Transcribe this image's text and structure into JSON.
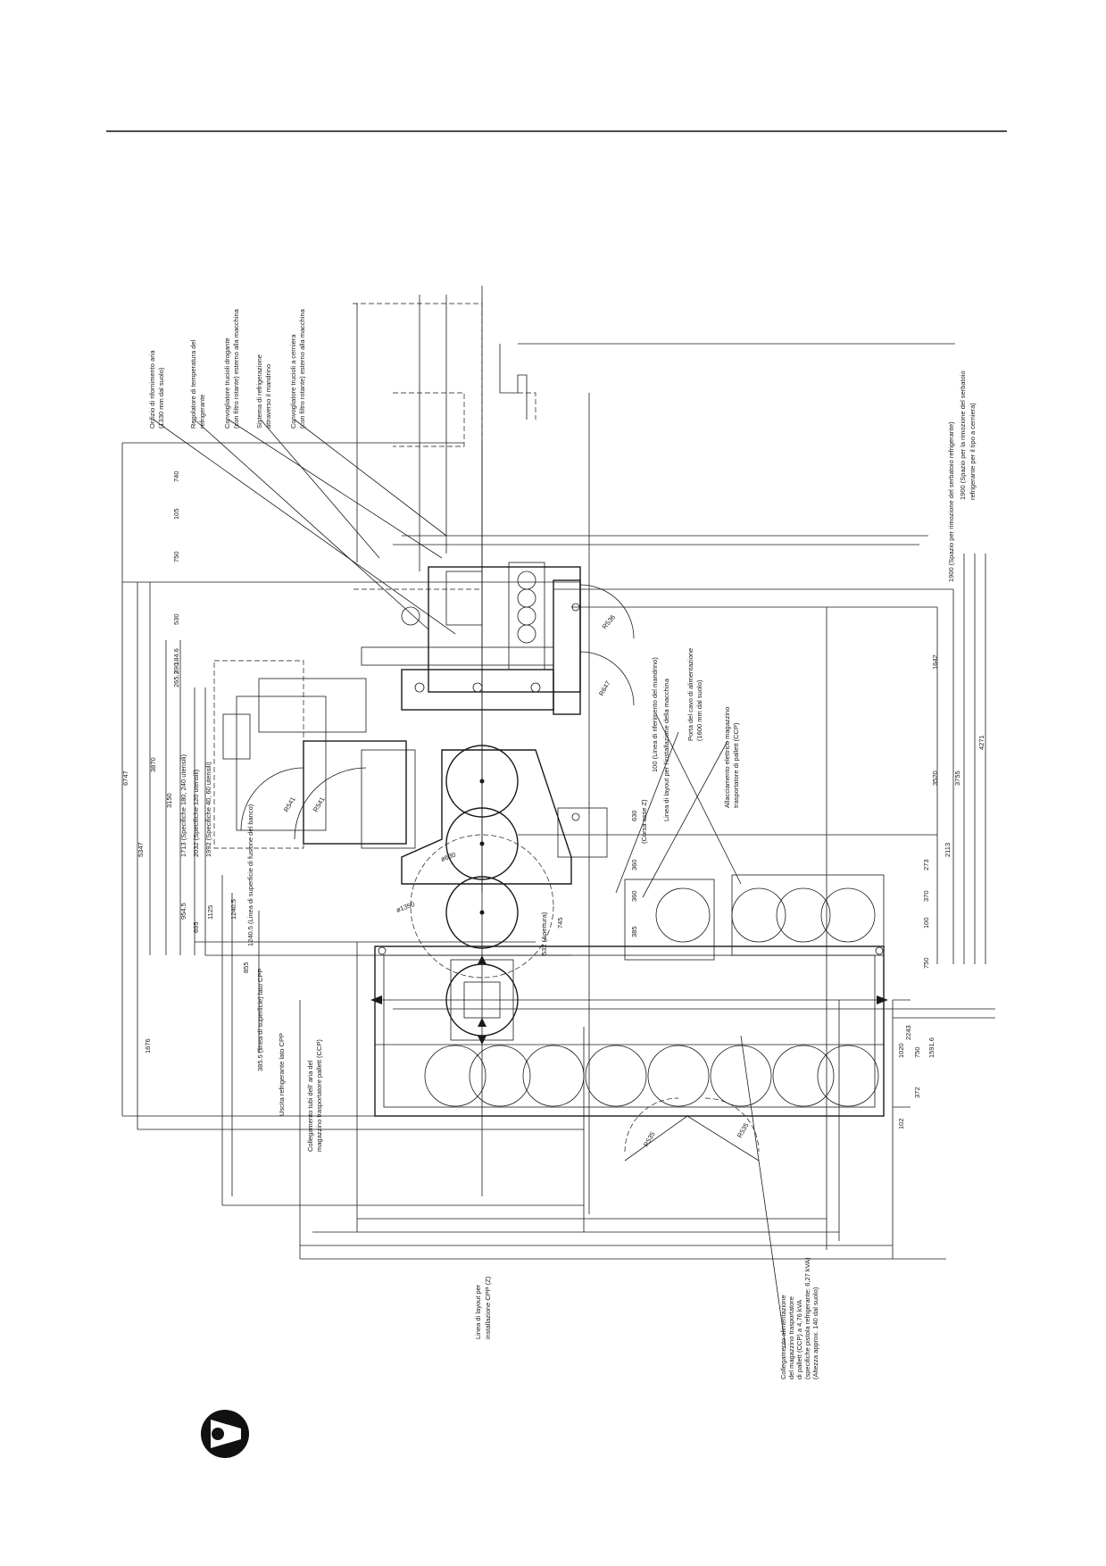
{
  "drawing": {
    "dims_horizontal_top": [
      "740",
      "105",
      "750",
      "530",
      "265.2",
      "184.6",
      "390"
    ],
    "dims_horizontal_bottom": [
      "954.5",
      "695",
      "1125",
      "1240.5",
      "855",
      "1676"
    ],
    "dims_long_left": [
      "6747",
      "5347",
      "3870",
      "3150"
    ],
    "spec_dims": [
      "1713 (Specifiche 180, 240 utensili)",
      "2032 (Specifiche 120 utensili)",
      "1992 (Specifiche 40, 60 utensili)"
    ],
    "radii": [
      "R536",
      "R647",
      "R541",
      "R541",
      "R535",
      "R535"
    ],
    "diameters": [
      "ø630",
      "ø1350"
    ],
    "dims_right_vertical": [
      "1642",
      "3520",
      "3755",
      "4271",
      "2113",
      "273",
      "370",
      "100",
      "750",
      "1020",
      "750",
      "2243",
      "1591.6",
      "372",
      "102"
    ],
    "dims_center": [
      "630",
      "(Corsa asse Z)",
      "360",
      "360",
      "385",
      "532 (Apertura)",
      "745"
    ],
    "labels": {
      "air": [
        "Orifizio di rifornimento aria",
        "(1330 mm dal suolo)"
      ],
      "temp": [
        "Regolatore di temperatura del",
        "refrigerante"
      ],
      "chip1": [
        "Convogliatore trucioli drogante",
        "(con filtro rotante) esterno alla macchina"
      ],
      "cooling": [
        "Sistema di refrigerazione",
        "attraverso il mandrino"
      ],
      "chip2": [
        "Convogliatore trucioli a cerniera",
        "(con filtro rotante) esterno alla macchina"
      ],
      "tank1": "1900 (Spazio per rimozione del serbatoio refrigerante)",
      "tank2": [
        "1900 (Spazio per la rimozione del serbatoio",
        "refrigerante per il tipo a cerniera)"
      ],
      "spindle": "100 (Linea di riferimento del mandrino)",
      "layout_machine": "Linea di layout per l'installazione della macchina",
      "power_cable": [
        "Porta del cavo di alimentazione",
        "(1600 mm dal suolo)"
      ],
      "elec_mag": [
        "Allacciamento elettrico magazzino",
        "trasportatore di pallett (CCP)"
      ],
      "table_surface": "1240.5 (Linea di superficie di fusione del banco)",
      "coolant_out": "385.5 (linea di superficie) lato CPP",
      "coolant_exit": "Uscita refrigerante lato CPP",
      "air_pipes": [
        "Collegamento tubi dell' aria del",
        "magazzino trasportatore pallett (CCP)"
      ],
      "cpp_layout": [
        "Linea di layout per",
        "installazione CPP (Z)"
      ],
      "power_conn": [
        "Collegamento alimentazione",
        "del magazzino trasportatore",
        "di pallett (CCP) a 4,76 kVA",
        "(specifiche pistola refrigerante: 6,27 kVA)",
        "(Altezza approx. 140 dal suolo)"
      ]
    }
  }
}
